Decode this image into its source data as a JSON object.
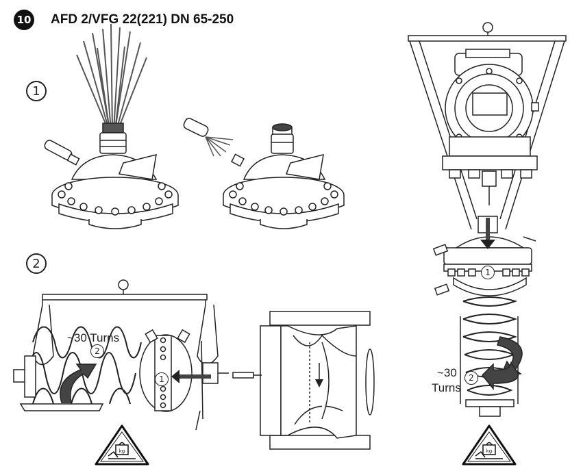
{
  "header": {
    "step_number": "10",
    "title": "AFD 2/VFG 22(221) DN 65-250"
  },
  "steps": {
    "step1": "1",
    "step2": "2"
  },
  "labels": {
    "turns_left": "~30 Turns",
    "turns_right_1": "~30",
    "turns_right_2": "Turns"
  },
  "markers": {
    "one": "1",
    "two": "2"
  },
  "icons": {
    "warning_left": "heavy-load-warning-icon",
    "warning_right": "heavy-load-warning-icon",
    "warning_text": "kg"
  },
  "colors": {
    "line": "#222222",
    "gas": "#666666",
    "arrow": "#444444",
    "background": "#ffffff"
  }
}
